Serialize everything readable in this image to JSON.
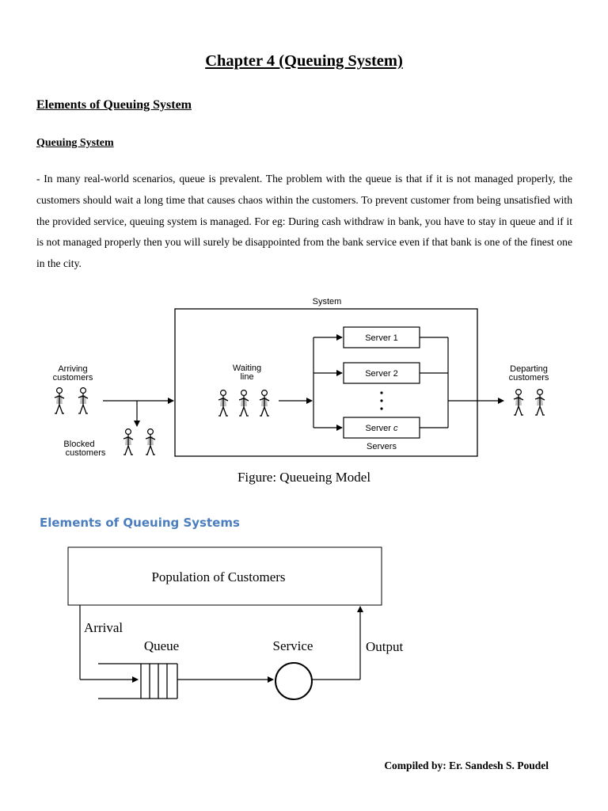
{
  "title": "Chapter 4 (Queuing System)",
  "section_heading": "Elements of Queuing System",
  "sub_heading": "Queuing System",
  "paragraph": "- In many real-world scenarios, queue is prevalent. The problem with the queue is that if it is not managed properly, the customers should wait a long time that causes chaos within the customers. To prevent customer from being unsatisfied with the provided service, queuing system is managed. For eg: During cash withdraw in bank, you have to stay in queue and if it is not managed properly then you will surely be disappointed from the bank service even if that bank is one of the finest one in the city.",
  "figure1": {
    "system_label": "System",
    "arriving_line1": "Arriving",
    "arriving_line2": "customers",
    "blocked_line1": "Blocked",
    "blocked_line2": "customers",
    "waiting_line1": "Waiting",
    "waiting_line2": "line",
    "server1": "Server 1",
    "server2": "Server 2",
    "serverc_prefix": "Server ",
    "serverc_suffix": "c",
    "servers_label": "Servers",
    "departing_line1": "Departing",
    "departing_line2": "customers",
    "caption": "Figure: Queueing Model"
  },
  "blue_heading": "Elements of Queuing Systems",
  "figure2": {
    "population": "Population of Customers",
    "arrival": "Arrival",
    "queue": "Queue",
    "service": "Service",
    "output": "Output"
  },
  "footer": "Compiled by: Er. Sandesh S. Poudel"
}
